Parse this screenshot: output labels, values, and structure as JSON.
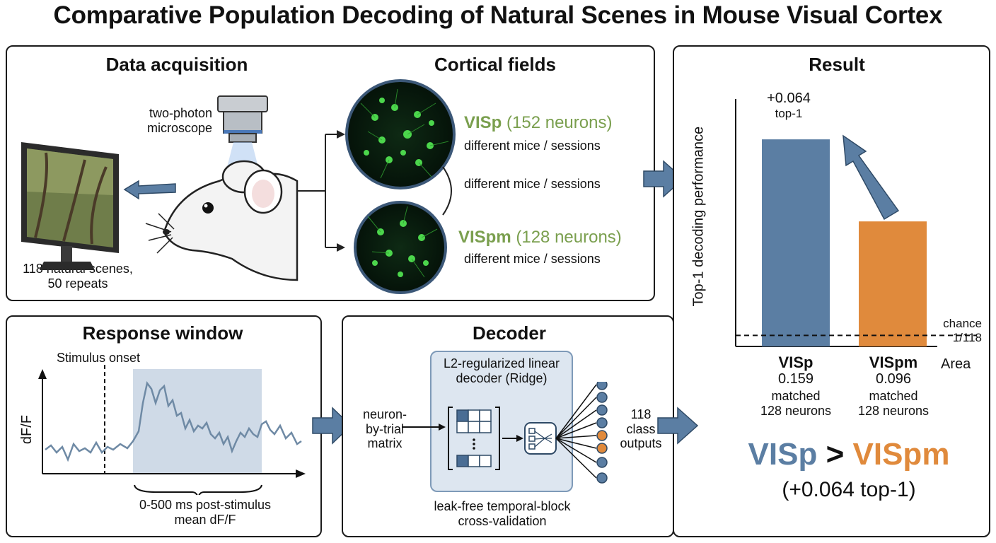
{
  "title": "Comparative Population Decoding of Natural Scenes in Mouse Visual Cortex",
  "panels": {
    "acquisition": {
      "heading": "Data acquisition",
      "microscope_label_1": "two-photon",
      "microscope_label_2": "microscope",
      "stim_label_1": "118 natural scenes,",
      "stim_label_2": "50 repeats"
    },
    "fields": {
      "heading": "Cortical fields",
      "visp_name": "VISp",
      "visp_count": "(152 neurons)",
      "visp_sub": "different mice / sessions",
      "between": "different mice / sessions",
      "vispm_name": "VISpm",
      "vispm_count": "(128 neurons)",
      "vispm_sub": "different mice / sessions"
    },
    "response": {
      "heading": "Response window",
      "onset": "Stimulus onset",
      "ylabel": "dF/F",
      "window_1": "0-500 ms post-stimulus",
      "window_2": "mean dF/F"
    },
    "decoder": {
      "heading": "Decoder",
      "model_1": "L2-regularized linear",
      "model_2": "decoder (Ridge)",
      "input_1": "neuron-",
      "input_2": "by-trial",
      "input_3": "matrix",
      "output_1": "118",
      "output_2": "class",
      "output_3": "outputs",
      "cv_1": "leak-free temporal-block",
      "cv_2": "cross-validation"
    },
    "result": {
      "heading": "Result",
      "ylabel": "Top-1 decoding performance",
      "xlabel": "Area",
      "diff_1": "+0.064",
      "diff_2": "top-1",
      "chance_1": "chance",
      "chance_2": "1/118",
      "summary_left": "VISp",
      "summary_op": ">",
      "summary_right": "VISpm",
      "summary_sub": "(+0.064 top-1)"
    }
  },
  "colors": {
    "visp": "#5b7ea3",
    "vispm": "#e08a3c",
    "green_label": "#7a9f4e",
    "arrow": "#5b7ea3"
  },
  "chart_data": {
    "type": "bar",
    "categories": [
      "VISp",
      "VISpm"
    ],
    "values": [
      0.159,
      0.096
    ],
    "value_labels": [
      "0.159",
      "0.096"
    ],
    "notes": [
      "matched\n128 neurons",
      "matched\n128 neurons"
    ],
    "chance": 0.0085,
    "ylim": [
      0,
      0.19
    ],
    "ylabel": "Top-1 decoding performance",
    "xlabel": "Area"
  }
}
